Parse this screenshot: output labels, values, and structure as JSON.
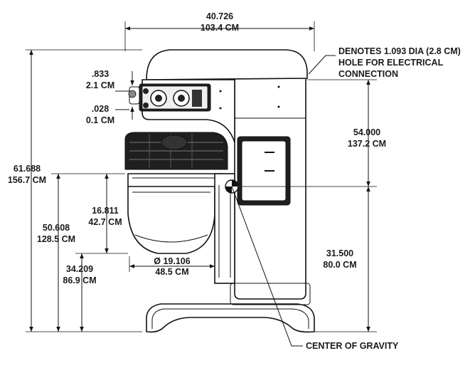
{
  "dimensions": {
    "overall_width": {
      "in": "40.726",
      "cm": "103.4 CM"
    },
    "overall_height": {
      "in": "61.688",
      "cm": "156.7 CM"
    },
    "bowl_rim_height": {
      "in": "50.608",
      "cm": "128.5 CM"
    },
    "bowl_bottom_height": {
      "in": "34.209",
      "cm": "86.9 CM"
    },
    "bowl_depth": {
      "in": "16.811",
      "cm": "42.7 CM"
    },
    "bowl_diameter": {
      "in": "Ø 19.106",
      "cm": "48.5 CM"
    },
    "control_offset_top": {
      "in": ".833",
      "cm": "2.1 CM"
    },
    "control_offset_bottom": {
      "in": ".028",
      "cm": "0.1 CM"
    },
    "top_to_cg": {
      "in": "54.000",
      "cm": "137.2 CM"
    },
    "cg_height": {
      "in": "31.500",
      "cm": "80.0 CM"
    }
  },
  "notes": {
    "hole": [
      "DENOTES 1.093 DIA (2.8 CM)",
      "HOLE FOR ELECTRICAL",
      "CONNECTION"
    ],
    "center_of_gravity": "CENTER OF GRAVITY"
  }
}
